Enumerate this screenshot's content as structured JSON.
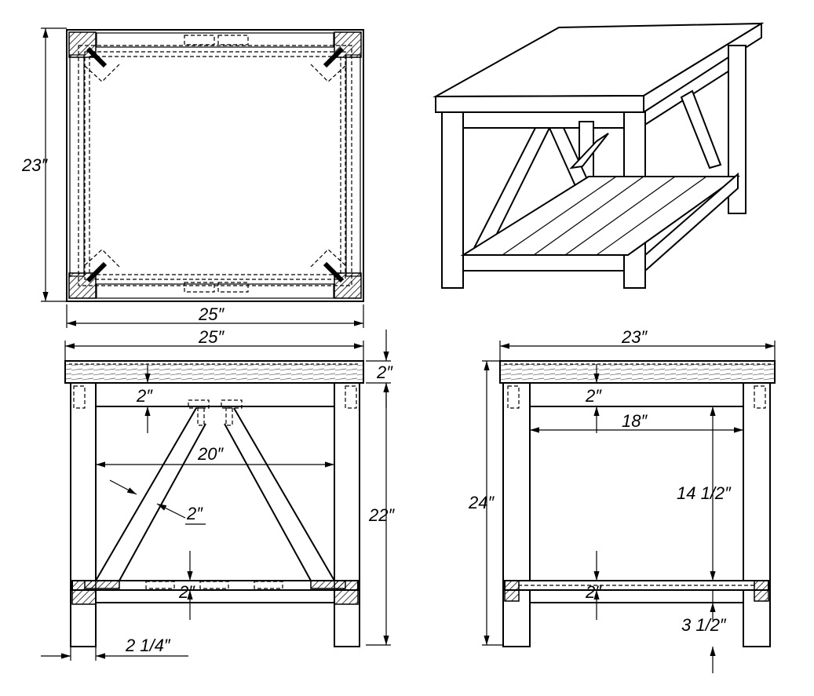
{
  "drawing": {
    "top_view": {
      "height_label": "23″",
      "width_label": "25″"
    },
    "front_view": {
      "overall_width": "25″",
      "top_thickness": "2″",
      "apron_height": "2″",
      "inner_span": "20″",
      "brace_width": "2″",
      "leg_height": "22″",
      "shelf_thickness": "2″",
      "leg_width": "2 1/4″"
    },
    "side_view": {
      "overall_width": "23″",
      "apron_height": "2″",
      "inner_span": "18″",
      "overall_height": "24″",
      "shelf_gap": "14 1/2″",
      "shelf_thickness": "2″",
      "shelf_bottom_gap": "3 1/2″"
    }
  }
}
